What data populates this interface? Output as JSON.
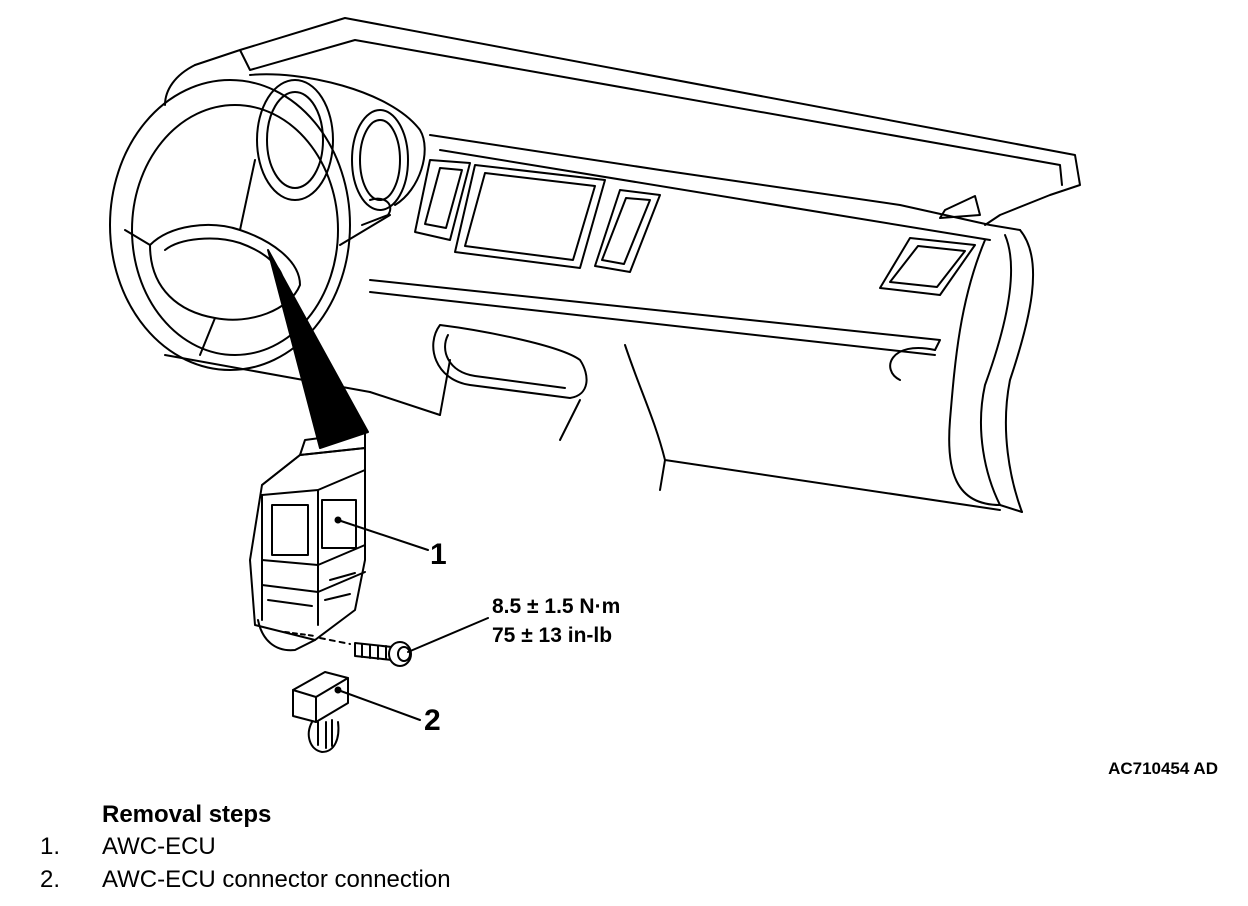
{
  "callouts": {
    "item1": "1",
    "item2": "2"
  },
  "torque": {
    "metric": "8.5 ± 1.5 N·m",
    "imperial": "75 ± 13 in-lb"
  },
  "figure_code": "AC710454 AD",
  "removal": {
    "title": "Removal steps",
    "steps": [
      {
        "num": "1.",
        "label": "AWC-ECU"
      },
      {
        "num": "2.",
        "label": "AWC-ECU connector connection"
      }
    ]
  }
}
